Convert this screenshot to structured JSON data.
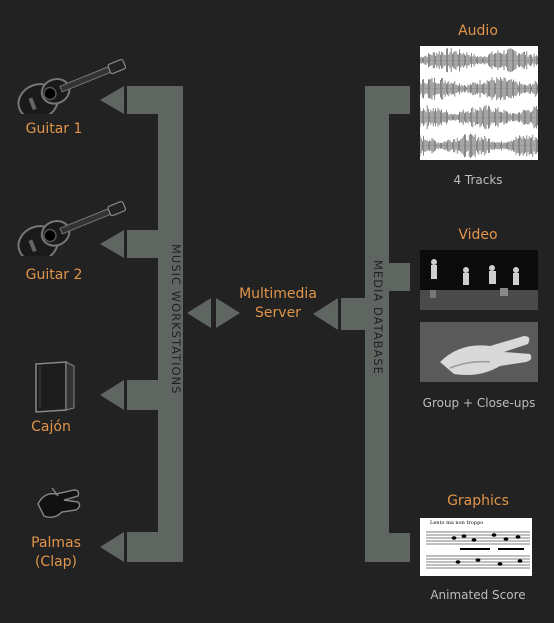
{
  "instruments": [
    {
      "label": "Guitar 1",
      "icon": "guitar-icon"
    },
    {
      "label": "Guitar 2",
      "icon": "guitar-icon"
    },
    {
      "label": "Cajón",
      "icon": "cajon-icon"
    },
    {
      "label": "Palmas",
      "label2": "(Clap)",
      "icon": "clap-hand-icon"
    }
  ],
  "workstations_label": "MUSIC WORKSTATIONS",
  "database_label": "MEDIA DATABASE",
  "server": {
    "line1": "Multimedia",
    "line2": "Server"
  },
  "media": {
    "audio": {
      "title": "Audio",
      "caption": "4 Tracks"
    },
    "video": {
      "title": "Video",
      "caption": "Group + Close-ups"
    },
    "graphics": {
      "title": "Graphics",
      "caption": "Animated Score",
      "score_text": "Lento ma non troppo"
    }
  },
  "colors": {
    "background": "#222222",
    "bar": "#5f6560",
    "label": "#e0954a",
    "caption": "#bdbdbd"
  }
}
